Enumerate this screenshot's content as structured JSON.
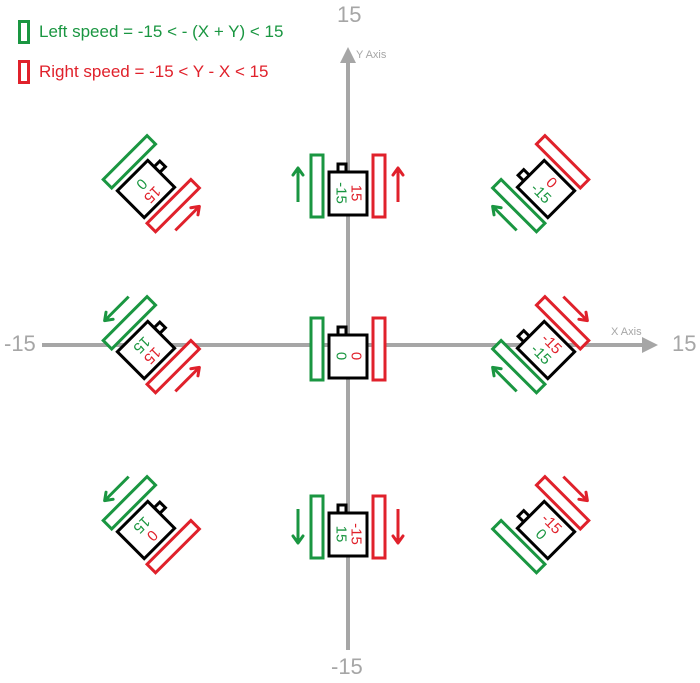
{
  "legend": {
    "left": {
      "text": "Left speed = -15 < - (X + Y) < 15",
      "color": "#1a9641"
    },
    "right": {
      "text": "Right speed  = -15 < Y - X < 15",
      "color": "#e0212b"
    }
  },
  "axes": {
    "x_title": "X Axis",
    "y_title": "Y Axis",
    "x_min": "-15",
    "x_max": "15",
    "y_min": "-15",
    "y_max": "15",
    "color": "#a6a6a6"
  },
  "robots": [
    {
      "id": "top-left",
      "left_speed": "0",
      "right_speed": "15",
      "left_arrow": "none",
      "right_arrow": "up"
    },
    {
      "id": "top",
      "left_speed": "-15",
      "right_speed": "15",
      "left_arrow": "up",
      "right_arrow": "up"
    },
    {
      "id": "top-right",
      "left_speed": "-15",
      "right_speed": "0",
      "left_arrow": "up",
      "right_arrow": "none"
    },
    {
      "id": "left",
      "left_speed": "15",
      "right_speed": "15",
      "left_arrow": "down",
      "right_arrow": "up"
    },
    {
      "id": "center",
      "left_speed": "0",
      "right_speed": "0",
      "left_arrow": "none",
      "right_arrow": "none"
    },
    {
      "id": "right",
      "left_speed": "-15",
      "right_speed": "-15",
      "left_arrow": "up",
      "right_arrow": "down"
    },
    {
      "id": "bottom-left",
      "left_speed": "15",
      "right_speed": "0",
      "left_arrow": "down",
      "right_arrow": "none"
    },
    {
      "id": "bottom",
      "left_speed": "15",
      "right_speed": "-15",
      "left_arrow": "down",
      "right_arrow": "down"
    },
    {
      "id": "bottom-right",
      "left_speed": "0",
      "right_speed": "-15",
      "left_arrow": "none",
      "right_arrow": "down"
    }
  ]
}
